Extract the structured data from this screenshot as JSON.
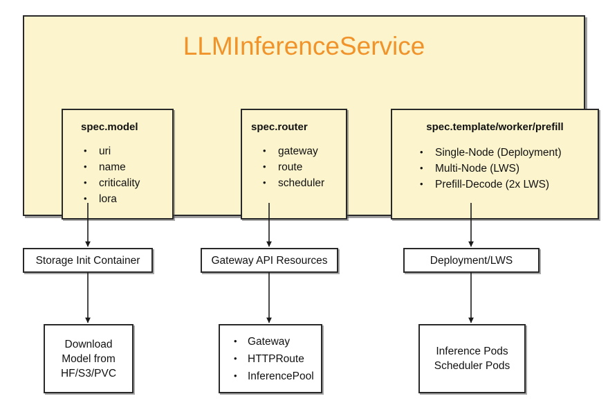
{
  "diagram": {
    "title": "LLMInferenceService",
    "title_color": "#f0932b",
    "container_fill": "#fbf4cd",
    "border_color": "#282828",
    "box_fill": "#ffffff"
  },
  "spec_boxes": [
    {
      "key": "model",
      "title": "spec.model",
      "items": [
        "uri",
        "name",
        "criticality",
        "lora"
      ]
    },
    {
      "key": "router",
      "title": "spec.router",
      "items": [
        "gateway",
        "route",
        "scheduler"
      ]
    },
    {
      "key": "template",
      "title": "spec.template/worker/prefill",
      "items": [
        "Single-Node (Deployment)",
        "Multi-Node (LWS)",
        "Prefill-Decode (2x LWS)"
      ]
    }
  ],
  "middle_row": [
    {
      "key": "storage",
      "label": "Storage Init Container"
    },
    {
      "key": "gateway",
      "label": "Gateway API Resources"
    },
    {
      "key": "deploy",
      "label": "Deployment/LWS"
    }
  ],
  "bottom_row": [
    {
      "key": "download",
      "label": "Download\nModel from\nHF/S3/PVC"
    },
    {
      "key": "gateway_resources",
      "items": [
        "Gateway",
        "HTTPRoute",
        "InferencePool"
      ]
    },
    {
      "key": "pods",
      "label": "Inference Pods\nScheduler Pods"
    }
  ]
}
